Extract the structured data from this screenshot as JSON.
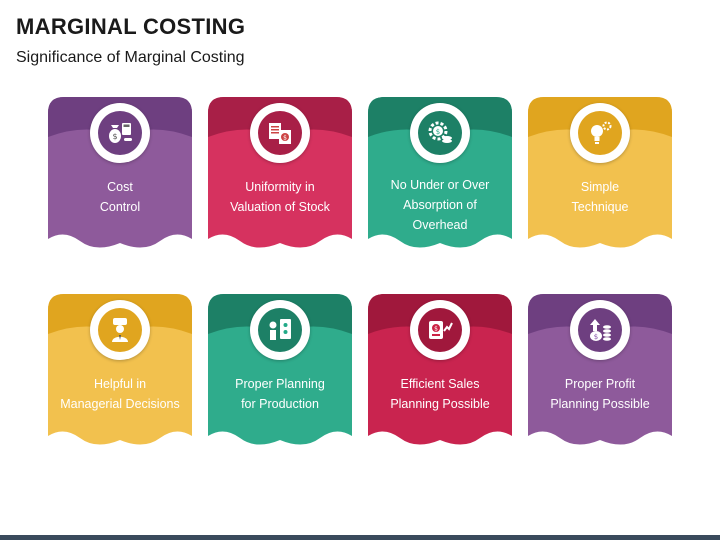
{
  "header": {
    "title": "MARGINAL COSTING",
    "subtitle": "Significance of Marginal Costing"
  },
  "colors": {
    "purple": "#8e5a9b",
    "purple_dark": "#6e3f80",
    "crimson": "#d6325f",
    "crimson_dark": "#a81f47",
    "teal": "#2fac8c",
    "teal_dark": "#1d8066",
    "gold": "#f2c14e",
    "gold_dark": "#e0a51f",
    "crimson2": "#c9244f",
    "crimson2_dark": "#a0183c"
  },
  "cards": [
    {
      "lines": [
        "Cost",
        "Control"
      ],
      "icon": "money-bag-calculator-icon"
    },
    {
      "lines": [
        "Uniformity in",
        "Valuation of Stock"
      ],
      "icon": "stock-documents-icon"
    },
    {
      "lines": [
        "No Under or Over",
        "Absorption of",
        "Overhead"
      ],
      "icon": "gear-coins-icon"
    },
    {
      "lines": [
        "Simple",
        "Technique"
      ],
      "icon": "lightbulb-gear-icon"
    },
    {
      "lines": [
        "Helpful in",
        "Managerial Decisions"
      ],
      "icon": "manager-decision-icon"
    },
    {
      "lines": [
        "Proper Planning",
        "for Production"
      ],
      "icon": "production-planning-icon"
    },
    {
      "lines": [
        "Efficient Sales",
        "Planning Possible"
      ],
      "icon": "sales-chart-icon"
    },
    {
      "lines": [
        "Proper Profit",
        "Planning Possible"
      ],
      "icon": "profit-coins-icon"
    }
  ]
}
